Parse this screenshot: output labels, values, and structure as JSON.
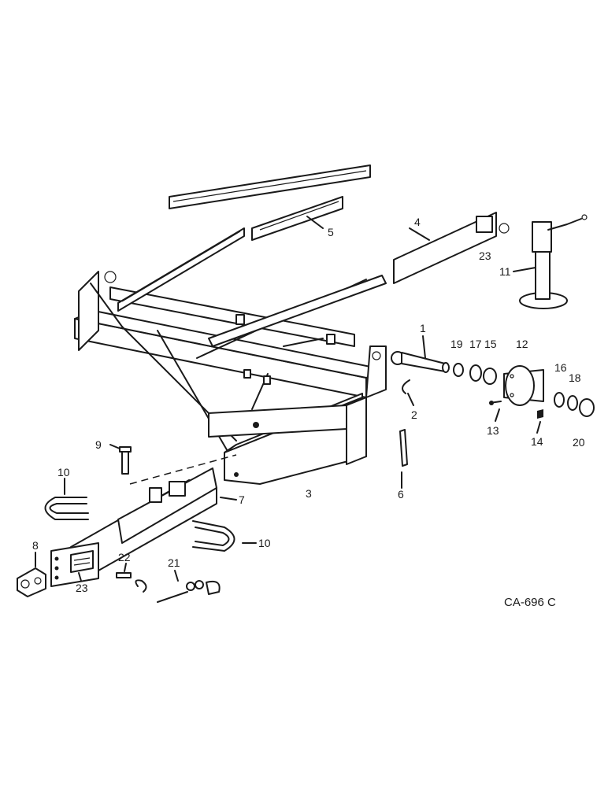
{
  "diagram": {
    "drawing_code": "CA-696 C",
    "callouts": {
      "c1": "1",
      "c2": "2",
      "c3": "3",
      "c4": "4",
      "c5": "5",
      "c6": "6",
      "c7": "7",
      "c8": "8",
      "c9": "9",
      "c10a": "10",
      "c10b": "10",
      "c11": "11",
      "c12": "12",
      "c13": "13",
      "c14": "14",
      "c15": "15",
      "c16": "16",
      "c17": "17",
      "c18": "18",
      "c19": "19",
      "c20": "20",
      "c21": "21",
      "c22": "22",
      "c23a": "23",
      "c23b": "23"
    }
  }
}
